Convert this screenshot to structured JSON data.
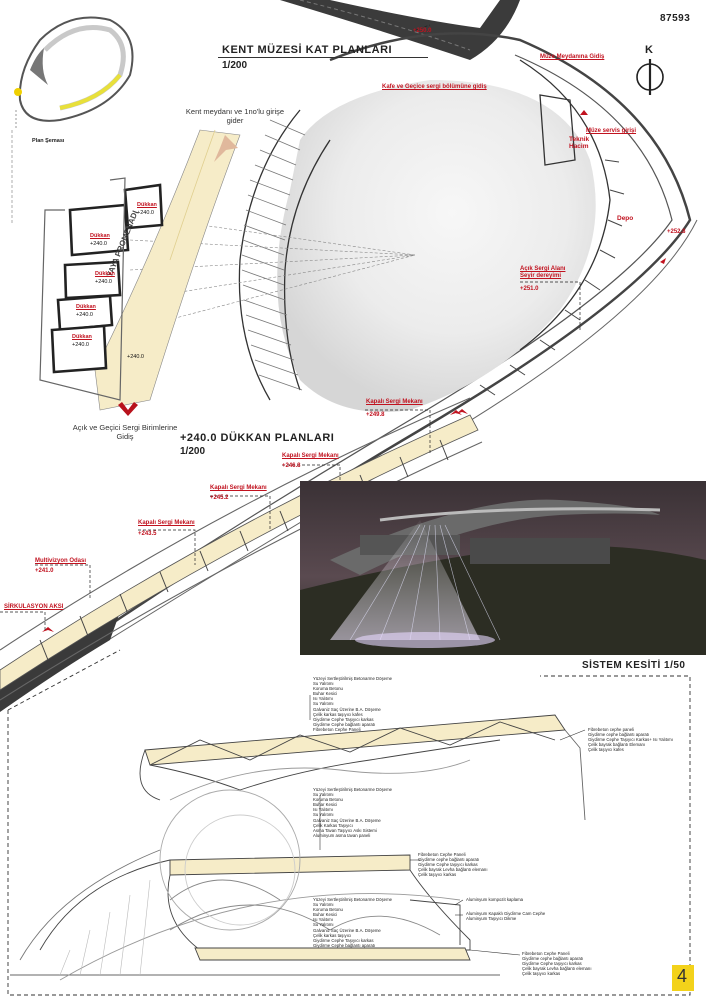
{
  "sheet": {
    "id": "87593",
    "page_number": "4"
  },
  "plan_scheme": {
    "label": "Plan Şeması"
  },
  "north": {
    "label": "K"
  },
  "museum_plan": {
    "title": "KENT MÜZESİ KAT PLANLARI",
    "scale": "1/200"
  },
  "shop_plan": {
    "title": "+240.0 DÜKKAN PLANLARI",
    "scale": "1/200"
  },
  "section": {
    "title": "SİSTEM KESİTİ 1/50"
  },
  "directions": {
    "city_square": "Kent meydanı ve 1no'lu girişe gider",
    "open_exhibit": "Açık ve Geçici Sergi Birimlerine Gidiş",
    "promenade": "YAYA PROMENADI"
  },
  "shops": [
    {
      "name": "Dükkan",
      "level": "+240.0"
    },
    {
      "name": "Dükkan",
      "level": "+240.0"
    },
    {
      "name": "Dükkan",
      "level": "+240.0"
    },
    {
      "name": "Dükkan",
      "level": "+240.0"
    },
    {
      "name": "Dükkan",
      "level": "+240.0"
    }
  ],
  "floor_level": "+240.0",
  "labels": {
    "top_level": "+250.0",
    "museum_square": "Müze Meydanına Gidiş",
    "cafe": "Kafe ve Geçice sergi bölümüne gidiş",
    "service": "Müze servis girişi",
    "technical": "Teknik Hacim",
    "depot": "Depo",
    "level_252": "+252.8",
    "open_exhibit_area": "Açık Sergi Alanı Seyir dereyimi",
    "level_251": "+251.0",
    "closed_1": "Kapalı Sergi Mekanı",
    "level_249": "+249.8",
    "closed_2": "Kapalı Sergi Mekanı",
    "level_246": "+246.8",
    "closed_3": "Kapalı Sergi Mekanı",
    "level_245": "+245.2",
    "closed_4": "Kapalı Sergi Mekanı",
    "level_243": "+243.5",
    "multivision": "Multivizyon Odası",
    "level_241": "+241.0",
    "circulation": "SİRKULASYON AKSI"
  },
  "section_notes": {
    "top_left": [
      "Yüzeyi Sertleştirilmiş Betonarme Döşeme",
      "Su Yalıtımı",
      "Koruma Betonu",
      "Buhar Kesici",
      "Isı Yalıtımı",
      "Su Yalıtımı",
      "Galvaniz Saç Üzerine B.A. Döşeme",
      "Çelik karkas taşıyıcı kafes",
      "Giydirme Cephe Taşıyıcı karkas",
      "Giydirme Cephe bağlantı aparatı",
      "Fibrebeton Cephe Paneli"
    ],
    "top_right": [
      "Fibrebeton cephe paneli",
      "Giydirme cephe bağlantı aparatı",
      "Giydirme Cephe Taşıyıcı Karkas+ Isı Yalıtımı",
      "Çelik bayrak bağlantı Elemanı",
      "Çelik taşıyıcı kafes"
    ],
    "mid_center": [
      "Yüzeyi Sertleştirilmiş Betonarme Döşeme",
      "Su Yalıtımı",
      "Koruma Betonu",
      "Buhar Kesici",
      "Isı Yalıtımı",
      "Su Yalıtımı",
      "Galvaniz Saç Üzerine B.A. Döşeme",
      "Çelik Karkas Taşıyıcı",
      "Asma Tavan Taşıyıcı Askı Sistemi",
      "Aluminyum asma tavan paneli"
    ],
    "mid_right": [
      "Fibrebeton Cephe Paneli",
      "Giydirme cephe bağlantı aparatı",
      "Giydirme Cephe taşıyıcı karkas",
      "Çelik bayrak Levha bağlantı elemanı",
      "Çelik taşıyıcı karkas"
    ],
    "low_right_a": [
      "Aluminyum kompozit kaplama"
    ],
    "low_right_b": [
      "Aluminyum Kapaklı Giydirme Cam Cephe",
      "Aluminyum Taşıyıcı Dikme"
    ],
    "low_center": [
      "Yüzeyi Sertleştirilmiş Betonarme Döşeme",
      "Su Yalıtımı",
      "Koruma Betonu",
      "Buhar Kesici",
      "Isı Yalıtımı",
      "Su Yalıtımı",
      "Galvaniz Saç Üzerine B.A. Döşeme",
      "Çelik karkas taşıyıcı",
      "Giydirme Cephe Taşıyıcı karkas",
      "Giydirme Cephe bağlantı aparatı"
    ],
    "bottom_right": [
      "Fibrebeton Cephe Paneli",
      "Giydirme cephe bağlantı aparatı",
      "Giydirme Cephe taşıyıcı karkas",
      "Çelik bayrak Levha bağlantı elemanı",
      "Çelik taşıyıcı karkas"
    ]
  },
  "colors": {
    "accent_red": "#c1121f",
    "promenade": "#f6ecc8",
    "page_badge": "#f3d21a"
  }
}
